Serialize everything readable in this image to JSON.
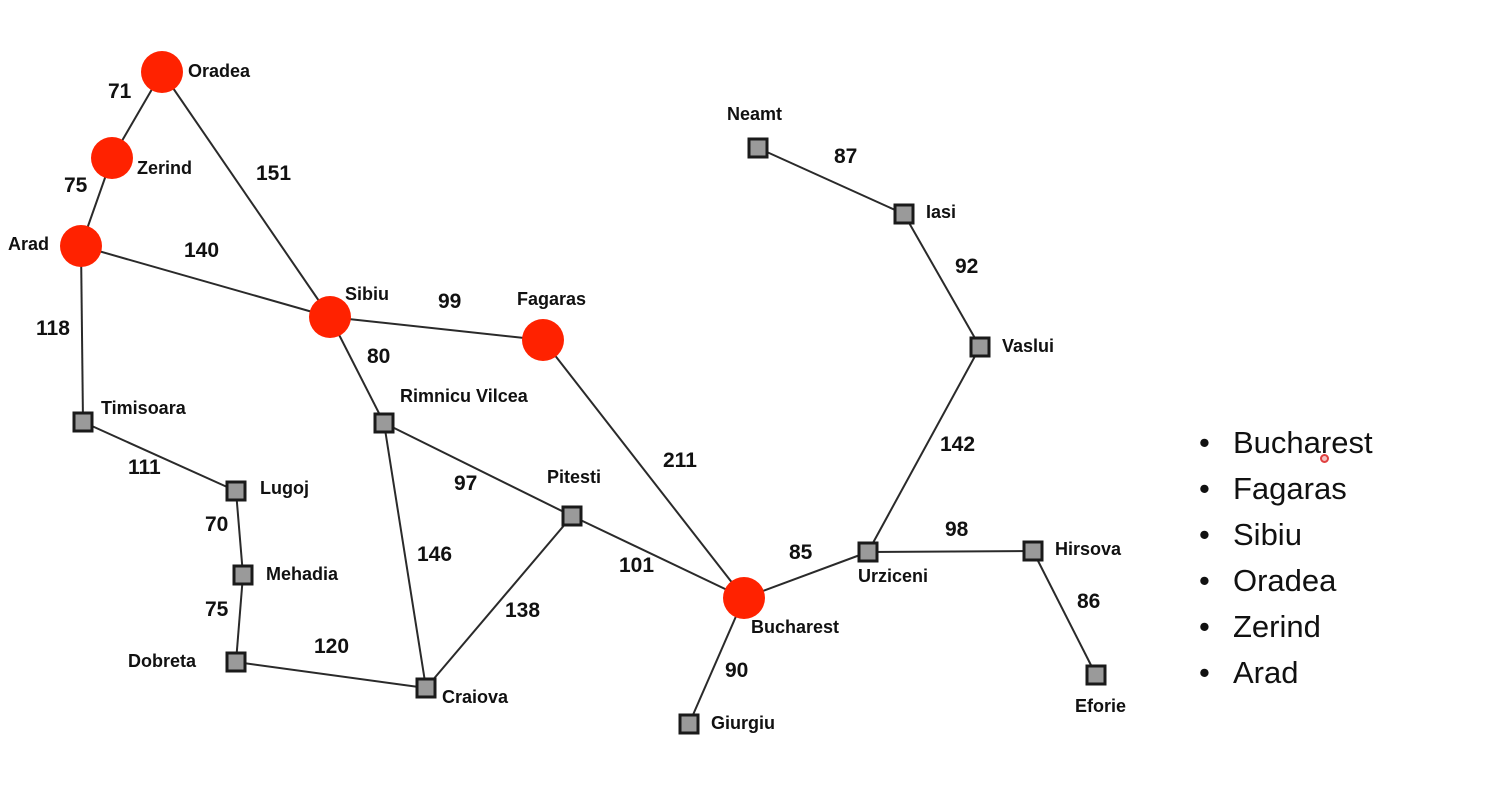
{
  "colors": {
    "visited_node": "#ff2200",
    "unvisited_node_fill": "#9a9a9a",
    "edge": "#2a2a2a"
  },
  "nodes": [
    {
      "id": "oradea",
      "label": "Oradea",
      "style": "circle"
    },
    {
      "id": "zerind",
      "label": "Zerind",
      "style": "circle"
    },
    {
      "id": "arad",
      "label": "Arad",
      "style": "circle"
    },
    {
      "id": "sibiu",
      "label": "Sibiu",
      "style": "circle"
    },
    {
      "id": "fagaras",
      "label": "Fagaras",
      "style": "circle"
    },
    {
      "id": "bucharest",
      "label": "Bucharest",
      "style": "circle"
    },
    {
      "id": "timisoara",
      "label": "Timisoara",
      "style": "square"
    },
    {
      "id": "lugoj",
      "label": "Lugoj",
      "style": "square"
    },
    {
      "id": "mehadia",
      "label": "Mehadia",
      "style": "square"
    },
    {
      "id": "dobreta",
      "label": "Dobreta",
      "style": "square"
    },
    {
      "id": "craiova",
      "label": "Craiova",
      "style": "square"
    },
    {
      "id": "rimnicu",
      "label": "Rimnicu Vilcea",
      "style": "square"
    },
    {
      "id": "pitesti",
      "label": "Pitesti",
      "style": "square"
    },
    {
      "id": "giurgiu",
      "label": "Giurgiu",
      "style": "square"
    },
    {
      "id": "urziceni",
      "label": "Urziceni",
      "style": "square"
    },
    {
      "id": "hirsova",
      "label": "Hirsova",
      "style": "square"
    },
    {
      "id": "eforie",
      "label": "Eforie",
      "style": "square"
    },
    {
      "id": "vaslui",
      "label": "Vaslui",
      "style": "square"
    },
    {
      "id": "iasi",
      "label": "Iasi",
      "style": "square"
    },
    {
      "id": "neamt",
      "label": "Neamt",
      "style": "square"
    }
  ],
  "edges": [
    {
      "from": "oradea",
      "to": "zerind",
      "weight": "71"
    },
    {
      "from": "zerind",
      "to": "arad",
      "weight": "75"
    },
    {
      "from": "oradea",
      "to": "sibiu",
      "weight": "151"
    },
    {
      "from": "arad",
      "to": "sibiu",
      "weight": "140"
    },
    {
      "from": "arad",
      "to": "timisoara",
      "weight": "118"
    },
    {
      "from": "timisoara",
      "to": "lugoj",
      "weight": "111"
    },
    {
      "from": "lugoj",
      "to": "mehadia",
      "weight": "70"
    },
    {
      "from": "mehadia",
      "to": "dobreta",
      "weight": "75"
    },
    {
      "from": "dobreta",
      "to": "craiova",
      "weight": "120"
    },
    {
      "from": "sibiu",
      "to": "fagaras",
      "weight": "99"
    },
    {
      "from": "sibiu",
      "to": "rimnicu",
      "weight": "80"
    },
    {
      "from": "rimnicu",
      "to": "craiova",
      "weight": "146"
    },
    {
      "from": "rimnicu",
      "to": "pitesti",
      "weight": "97"
    },
    {
      "from": "craiova",
      "to": "pitesti",
      "weight": "138"
    },
    {
      "from": "pitesti",
      "to": "bucharest",
      "weight": "101"
    },
    {
      "from": "fagaras",
      "to": "bucharest",
      "weight": "211"
    },
    {
      "from": "bucharest",
      "to": "giurgiu",
      "weight": "90"
    },
    {
      "from": "bucharest",
      "to": "urziceni",
      "weight": "85"
    },
    {
      "from": "urziceni",
      "to": "hirsova",
      "weight": "98"
    },
    {
      "from": "hirsova",
      "to": "eforie",
      "weight": "86"
    },
    {
      "from": "urziceni",
      "to": "vaslui",
      "weight": "142"
    },
    {
      "from": "vaslui",
      "to": "iasi",
      "weight": "92"
    },
    {
      "from": "iasi",
      "to": "neamt",
      "weight": "87"
    }
  ],
  "path_list": {
    "bullet": "•",
    "items": [
      "Bucharest",
      "Fagaras",
      "Sibiu",
      "Oradea",
      "Zerind",
      "Arad"
    ]
  }
}
